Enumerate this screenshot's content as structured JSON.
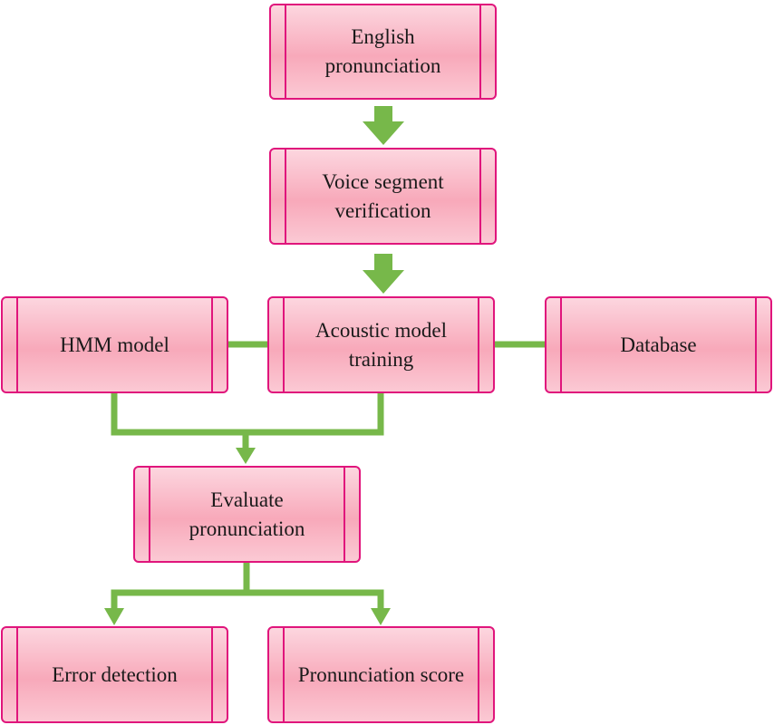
{
  "colors": {
    "box_border": "#e0157c",
    "box_fill": "#f8a9ba",
    "connector": "#77b84a"
  },
  "nodes": {
    "english_pronunciation": "English\npronunciation",
    "voice_segment_verification": "Voice segment\nverification",
    "hmm_model": "HMM model",
    "acoustic_model_training": "Acoustic model\ntraining",
    "database": "Database",
    "evaluate_pronunciation": "Evaluate\npronunciation",
    "error_detection": "Error detection",
    "pronunciation_score": "Pronunciation score"
  },
  "edges": [
    {
      "from": "english_pronunciation",
      "to": "voice_segment_verification",
      "style": "block-arrow"
    },
    {
      "from": "voice_segment_verification",
      "to": "acoustic_model_training",
      "style": "block-arrow"
    },
    {
      "from": "hmm_model",
      "to": "acoustic_model_training",
      "style": "line"
    },
    {
      "from": "acoustic_model_training",
      "to": "database",
      "style": "line"
    },
    {
      "from": "hmm_model",
      "to": "evaluate_pronunciation",
      "style": "arrow"
    },
    {
      "from": "acoustic_model_training",
      "to": "evaluate_pronunciation",
      "style": "arrow"
    },
    {
      "from": "evaluate_pronunciation",
      "to": "error_detection",
      "style": "arrow"
    },
    {
      "from": "evaluate_pronunciation",
      "to": "pronunciation_score",
      "style": "arrow"
    }
  ]
}
